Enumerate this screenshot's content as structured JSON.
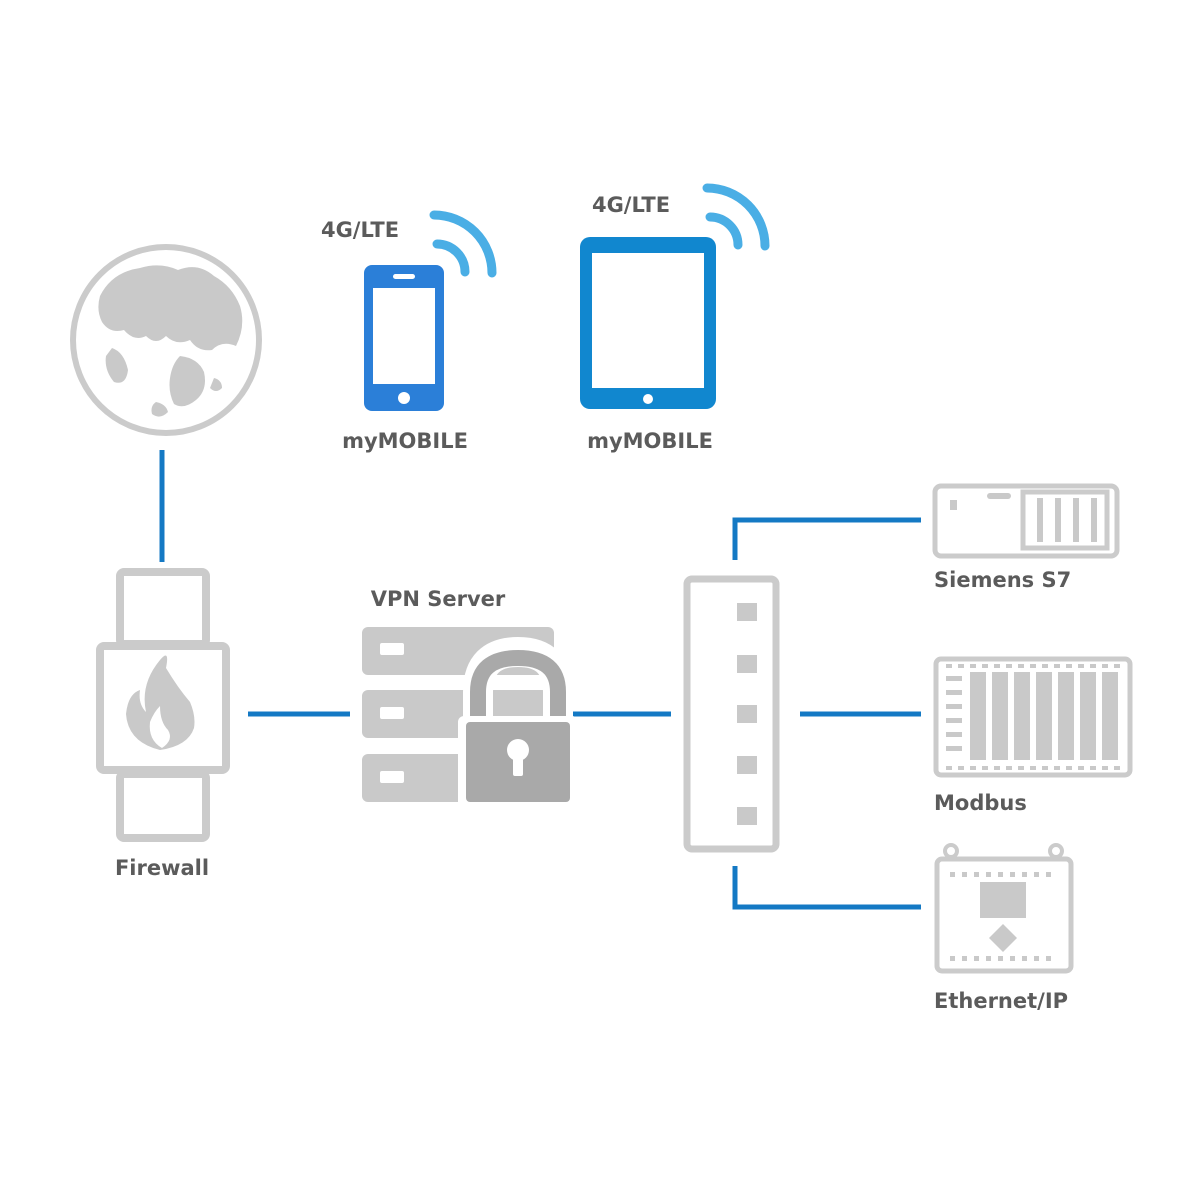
{
  "labels": {
    "phone_network": "4G/LTE",
    "tablet_network": "4G/LTE",
    "phone_name": "myMOBILE",
    "tablet_name": "myMOBILE",
    "firewall": "Firewall",
    "vpn_server": "VPN Server",
    "siemens": "Siemens S7",
    "modbus": "Modbus",
    "ethernet": "Ethernet/IP"
  },
  "colors": {
    "connection": "#1479c4",
    "device_gray": "#c9c9c9",
    "label": "#5b5b5b",
    "phone_blue": "#2b7fd8",
    "tablet_blue": "#1187cf",
    "wifi": "#4aaee5"
  },
  "icons": {
    "globe": "globe-icon",
    "firewall": "firewall-flame-icon",
    "vpn": "server-lock-icon",
    "switch": "network-switch-icon",
    "phone": "smartphone-icon",
    "tablet": "tablet-icon",
    "signal": "wireless-signal-icon",
    "plc_siemens": "siemens-plc-icon",
    "plc_modbus": "modbus-plc-icon",
    "plc_ethernet": "ethernet-ip-module-icon"
  }
}
